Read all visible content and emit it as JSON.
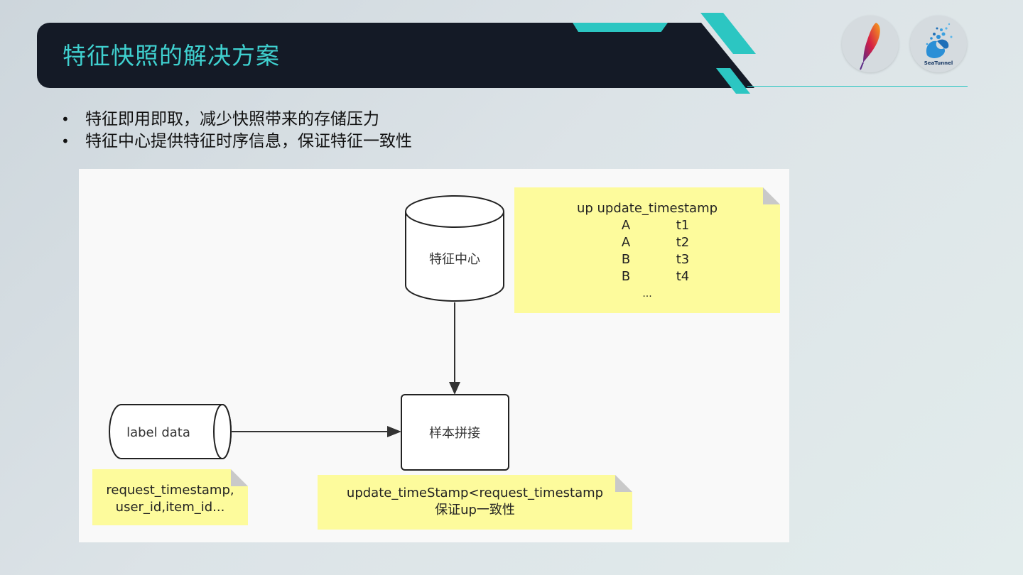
{
  "header": {
    "title": "特征快照的解决方案",
    "logo_seatunnel_text": "SeaTunnel"
  },
  "bullets": [
    "特征即用即取，减少快照带来的存储压力",
    "特征中心提供特征时序信息，保证特征一致性"
  ],
  "diagram": {
    "feature_center": "特征中心",
    "label_data": "label data",
    "sample_join": "样本拼接",
    "table_note": {
      "header": "up  update_timestamp",
      "rows": [
        [
          "A",
          "t1"
        ],
        [
          "A",
          "t2"
        ],
        [
          "B",
          "t3"
        ],
        [
          "B",
          "t4"
        ]
      ],
      "ellipsis": "..."
    },
    "label_note": [
      "request_timestamp,",
      "user_id,item_id..."
    ],
    "join_note": [
      "update_timeStamp<request_timestamp",
      "保证up一致性"
    ]
  },
  "colors": {
    "accent": "#3fd0cf",
    "header_bg": "#141a26",
    "note_bg": "#fdfb9c"
  }
}
